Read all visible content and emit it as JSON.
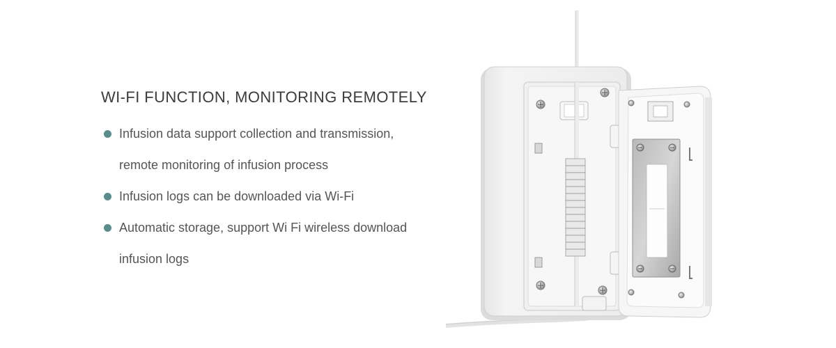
{
  "section": {
    "heading": "WI-FI FUNCTION, MONITORING REMOTELY",
    "bullet_color": "#5b8c8c",
    "features": [
      {
        "lines": [
          "Infusion data support collection and transmission,",
          "remote monitoring of infusion process"
        ]
      },
      {
        "lines": [
          "Infusion logs can be downloaded via Wi-Fi"
        ]
      },
      {
        "lines": [
          "Automatic storage, support Wi Fi wireless download",
          "infusion logs"
        ]
      }
    ]
  },
  "product_image": {
    "subject": "infusion-pump-device-open-door-back-view"
  }
}
